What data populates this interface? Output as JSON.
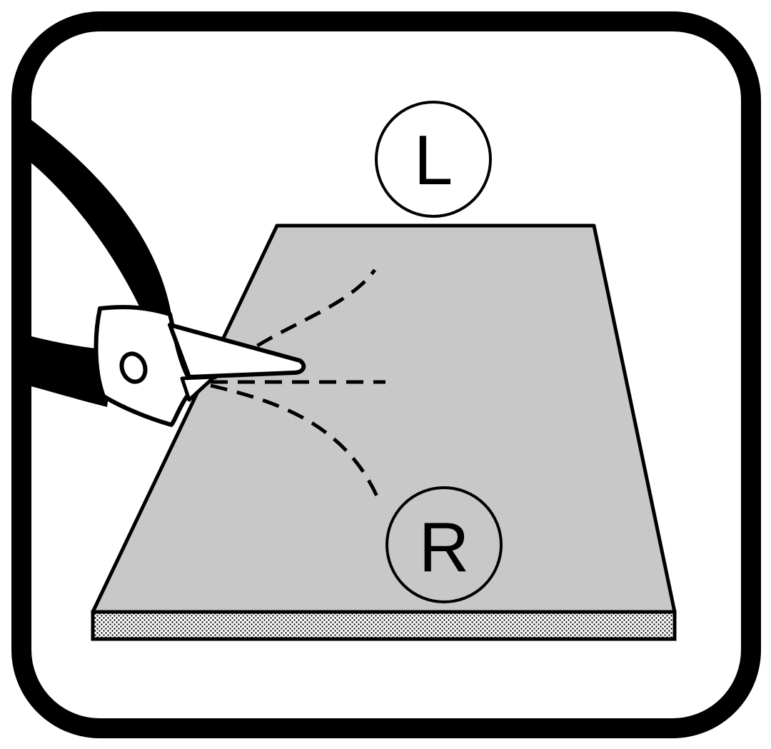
{
  "diagram": {
    "left_marker": "L",
    "right_marker": "R",
    "icons": {
      "tool": "shears-icon",
      "material": "sheet-material"
    },
    "colors": {
      "outline": "#000000",
      "sheet_fill": "#c8c8c8",
      "background": "#ffffff"
    },
    "cut_paths": [
      "curve-left",
      "straight",
      "curve-right"
    ]
  }
}
